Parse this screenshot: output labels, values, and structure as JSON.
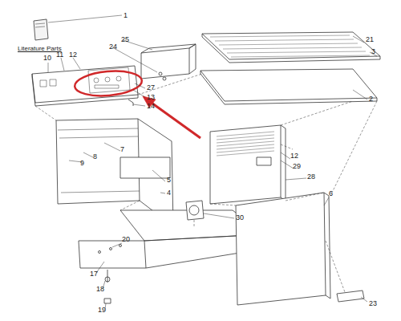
{
  "diagram": {
    "labels": [
      "1",
      "Literature Parts",
      "25",
      "24",
      "21",
      "3",
      "10",
      "11",
      "12",
      "27",
      "2",
      "13",
      "14",
      "7",
      "8",
      "9",
      "12",
      "29",
      "28",
      "6",
      "5",
      "4",
      "30",
      "20",
      "17",
      "18",
      "19",
      "23"
    ]
  }
}
